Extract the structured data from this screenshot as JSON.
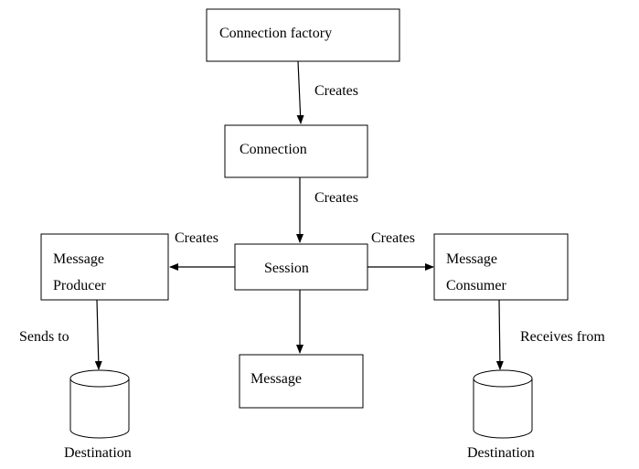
{
  "colors": {
    "stroke": "#000000",
    "background": "#ffffff",
    "text": "#000000"
  },
  "nodes": {
    "connection_factory": {
      "label": "Connection factory"
    },
    "connection": {
      "label": "Connection"
    },
    "session": {
      "label": "Session"
    },
    "message_producer": {
      "line1": "Message",
      "line2": "Producer"
    },
    "message_consumer": {
      "line1": "Message",
      "line2": "Consumer"
    },
    "message": {
      "label": "Message"
    },
    "destination_left": {
      "label": "Destination"
    },
    "destination_right": {
      "label": "Destination"
    }
  },
  "edges": {
    "factory_to_connection": "Creates",
    "connection_to_session": "Creates",
    "session_to_producer": "Creates",
    "session_to_consumer": "Creates",
    "producer_to_destination": "Sends to",
    "consumer_from_destination": "Receives from"
  }
}
